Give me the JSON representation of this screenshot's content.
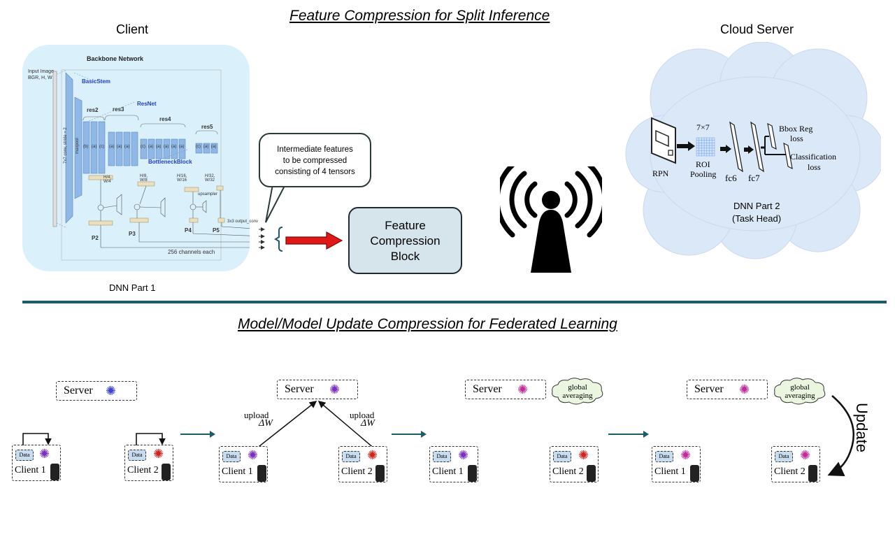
{
  "top_section": {
    "title": "Feature Compression for Split Inference",
    "client_label": "Client",
    "server_label": "Cloud Server",
    "dnn_part1_label": "DNN Part 1",
    "bubble_lines": [
      "Intermediate  features",
      "to be compressed",
      "consisting  of 4 tensors"
    ],
    "fcb_lines": [
      "Feature",
      "Compression",
      "Block"
    ],
    "backbone": {
      "title": "Backbone Network",
      "input": [
        "Input Image",
        "BGR, H, W"
      ],
      "basic_stem": "BasicStem",
      "resnet": "ResNet",
      "bottleneck": "BottleneckBlock",
      "stem_conv": "7x7 conv, stride = 2",
      "maxpool": "maxpool",
      "stages": [
        "res2",
        "res3",
        "res4",
        "res5"
      ],
      "block_letters": [
        "(b)",
        "(a)",
        "(c)",
        "(a)",
        "(a)",
        "(a)",
        "(c)",
        "(a)",
        "(a)",
        "(a)",
        "(a)",
        "(a)",
        "(c)",
        "(a)",
        "(a)"
      ],
      "dims": [
        "H/4, W/4",
        "H/8, W/8",
        "H/16, W/16",
        "H/32, W/32"
      ],
      "p_labels": [
        "P2",
        "P3",
        "P4",
        "P5"
      ],
      "upsampler": "upsampler",
      "output_conv": "3x3 output_conv",
      "channels": "256 channels each"
    },
    "task_head": {
      "rpn": "RPN",
      "grid": "7×7",
      "roi": [
        "ROI",
        "Pooling"
      ],
      "fc6": "fc6",
      "fc7": "fc7",
      "bbox": [
        "Bbox Reg",
        "loss"
      ],
      "cls": [
        "Classification",
        "loss"
      ],
      "caption": [
        "DNN Part 2",
        "(Task Head)"
      ]
    }
  },
  "bottom_section": {
    "title": "Model/Model Update Compression for Federated Learning",
    "server_label": "Server",
    "client1": "Client 1",
    "client2": "Client 2",
    "data_label": "Data",
    "upload_label": "upload",
    "delta_w": "ΔW",
    "global_avg": [
      "global",
      "averaging"
    ],
    "update_label": "Update"
  },
  "colors": {
    "divider": "#1d5a6a",
    "client_panel": "#daf0fb",
    "cloud": "#dbe8f7",
    "fcb_fill": "#d6e4ec",
    "red_arrow": "#e0181a",
    "flow_arrow": "#1d5a6a",
    "block_blue": "#8fb8e6"
  }
}
